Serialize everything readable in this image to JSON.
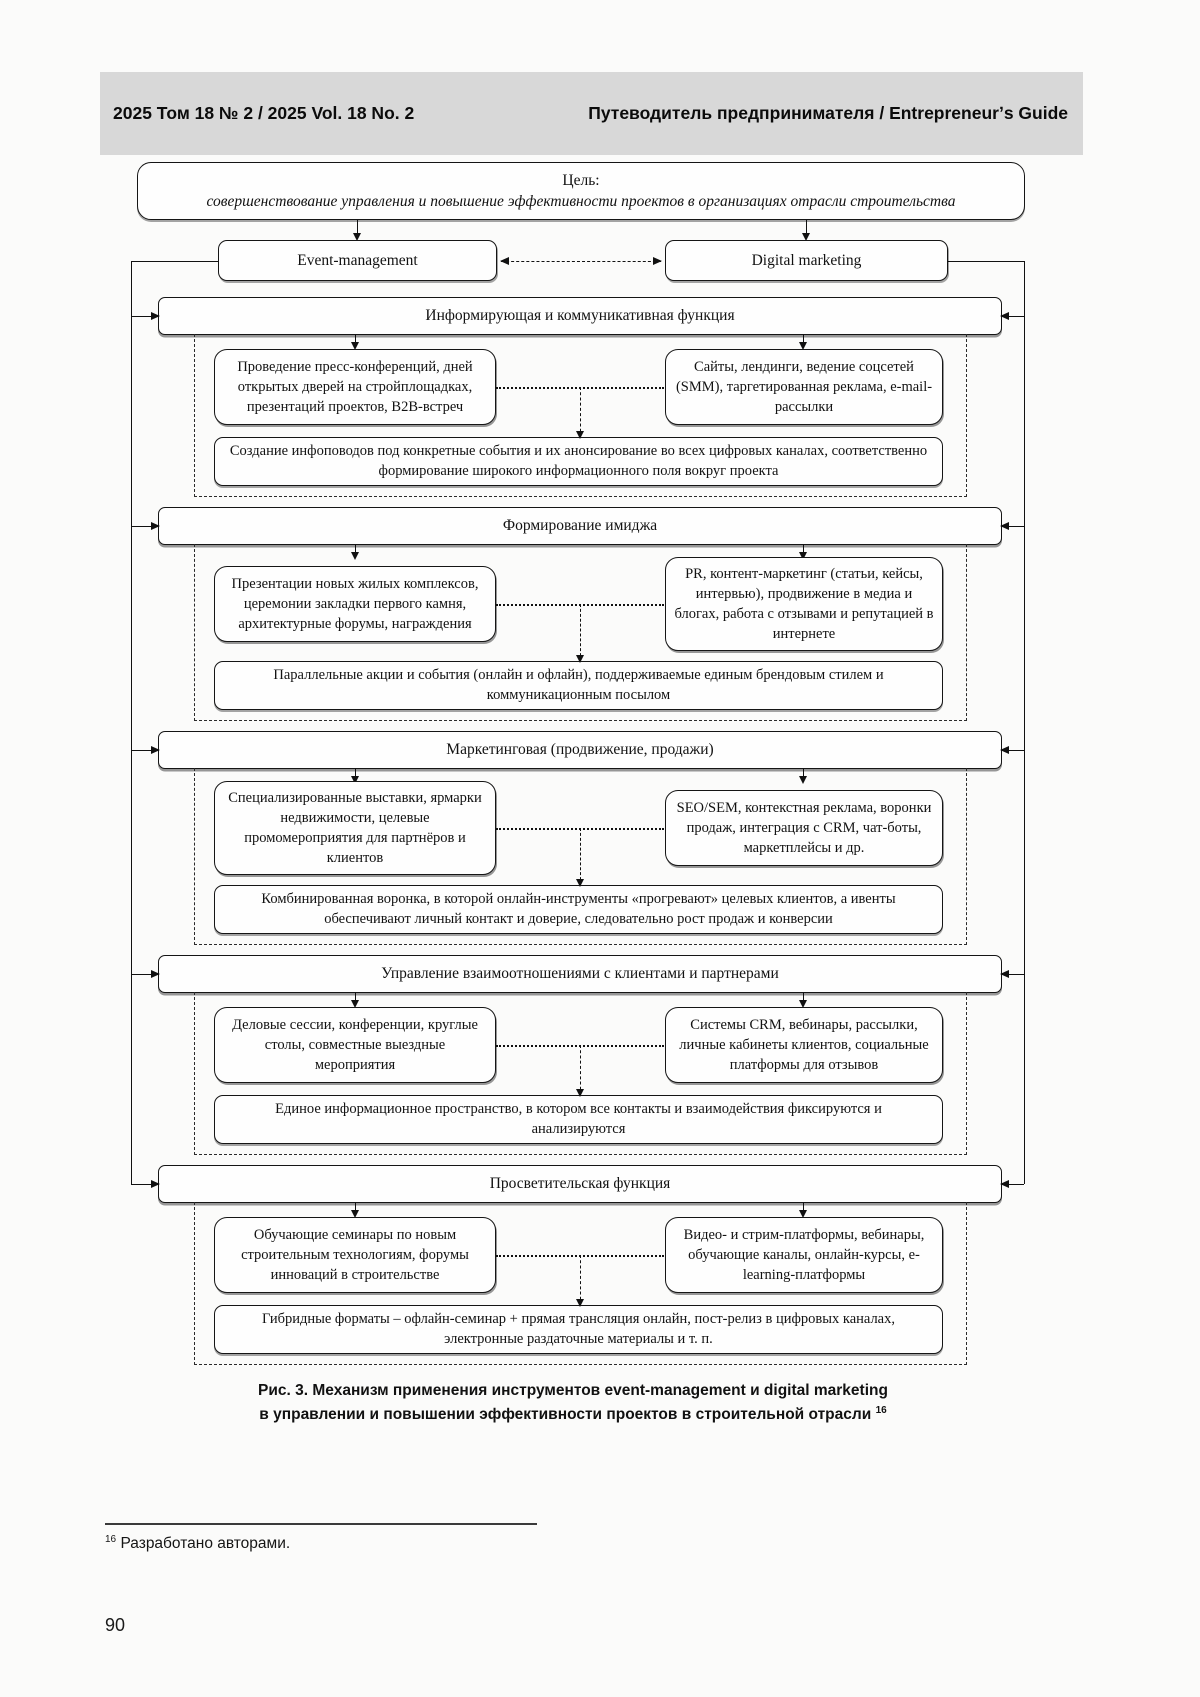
{
  "journal_header": {
    "issue_info": "2025  Том 18  № 2  /  2025  Vol. 18  No. 2",
    "journal_name": "Путеводитель предпринимателя  /  Entrepreneurʼs Guide"
  },
  "diagram": {
    "goal": {
      "label": "Цель:",
      "text": "совершенствование управления и повышение эффективности проектов в организациях отрасли строительства"
    },
    "pillars": {
      "left": "Event-management",
      "right": "Digital marketing"
    },
    "bands": [
      {
        "title": "Информирующая и коммуникативная функция",
        "event_tools": "Проведение пресс-конференций, дней открытых дверей на стройплощадках, презентаций проектов, B2B-встреч",
        "digital_tools": "Сайты, лендинги, ведение соцсетей (SMM), таргетированная реклама, e-mail-рассылки",
        "synthesis": "Создание инфоповодов под конкретные события и их анонсирование во всех цифровых каналах, соответственно формирование широкого информационного поля вокруг проекта"
      },
      {
        "title": "Формирование имиджа",
        "event_tools": "Презентации новых жилых комплексов, церемонии закладки первого камня, архитектурные форумы, награждения",
        "digital_tools": "PR, контент-маркетинг (статьи, кейсы, интервью), продвижение в медиа и блогах, работа с отзывами и репутацией в интернете",
        "synthesis": "Параллельные акции и события (онлайн и офлайн), поддерживаемые единым брендовым стилем и коммуникационным посылом"
      },
      {
        "title": "Маркетинговая (продвижение, продажи)",
        "event_tools": "Специализированные выставки, ярмарки недвижимости, целевые промомероприятия для партнёров и клиентов",
        "digital_tools": "SEO/SEM, контекстная реклама, воронки продаж, интеграция с CRM, чат-боты, маркетплейсы и др.",
        "synthesis": "Комбинированная воронка, в которой онлайн-инструменты «прогревают» целевых клиентов, а ивенты обеспечивают личный контакт и доверие, следовательно рост продаж и конверсии"
      },
      {
        "title": "Управление взаимоотношениями с клиентами и партнерами",
        "event_tools": "Деловые сессии, конференции, круглые столы, совместные выездные мероприятия",
        "digital_tools": "Системы CRM, вебинары, рассылки, личные кабинеты клиентов, социальные платформы для отзывов",
        "synthesis": "Единое информационное пространство, в котором все контакты и взаимодействия фиксируются и анализируются"
      },
      {
        "title": "Просветительская функция",
        "event_tools": "Обучающие семинары по новым строительным технологиям, форумы инноваций в строительстве",
        "digital_tools": "Видео- и стрим-платформы, вебинары, обучающие каналы, онлайн-курсы, e-learning-платформы",
        "synthesis": "Гибридные форматы – офлайн-семинар + прямая трансляция онлайн, пост-релиз в цифровых каналах, электронные раздаточные материалы и т. п."
      }
    ]
  },
  "caption": {
    "line1": "Рис. 3. Механизм применения инструментов event-management и digital marketing",
    "line2": "в управлении и повышении эффективности проектов в строительной отрасли",
    "footnote_ref": "16"
  },
  "footnote": {
    "ref": "16",
    "text": "Разработано авторами."
  },
  "page_number": "90"
}
